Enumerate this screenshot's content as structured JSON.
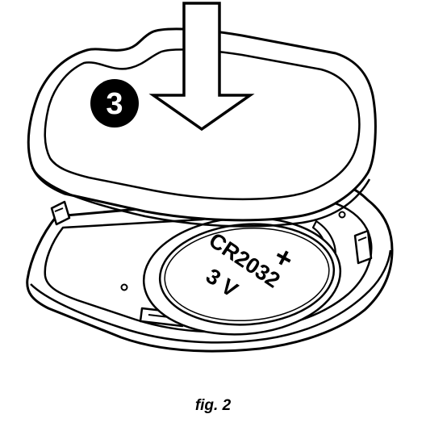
{
  "figure": {
    "step_number": "3",
    "battery": {
      "polarity": "+",
      "model": "CR2032",
      "voltage": "3 V"
    },
    "caption": "fig. 2",
    "icons": [
      "down-arrow-icon",
      "step-number-badge",
      "coin-cell-battery",
      "remote-base",
      "battery-cover"
    ]
  }
}
